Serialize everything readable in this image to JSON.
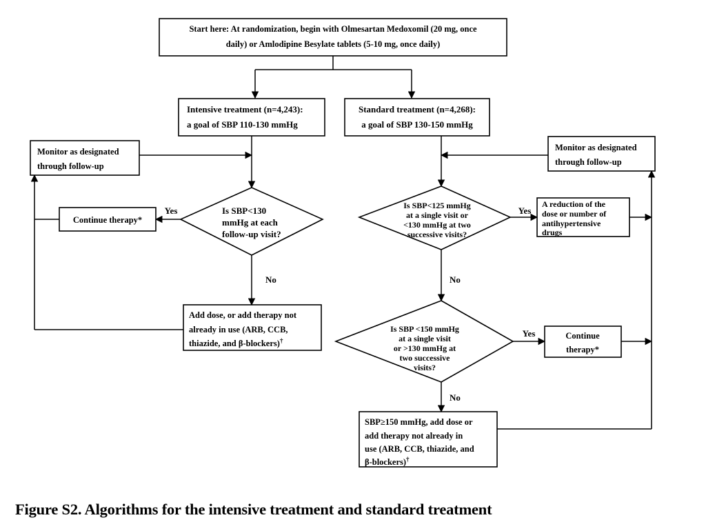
{
  "figure": {
    "caption": "Figure S2. Algorithms for the intensive treatment and standard treatment"
  },
  "nodes": {
    "start": {
      "id": "start",
      "shape": "rect",
      "lines": [
        "Start here: At randomization, begin with Olmesartan Medoxomil (20 mg, once",
        "daily) or Amlodipine Besylate tablets (5-10 mg, once daily)"
      ]
    },
    "intensive_arm": {
      "id": "intensive-treatment",
      "shape": "rect",
      "lines": [
        "Intensive treatment (n=4,243):",
        "a goal of SBP 110-130 mmHg"
      ]
    },
    "standard_arm": {
      "id": "standard-treatment",
      "shape": "rect",
      "lines": [
        "Standard treatment (n=4,268):",
        "a goal of SBP 130-150 mmHg"
      ]
    },
    "monitor_left": {
      "id": "monitor-left",
      "shape": "rect",
      "lines": [
        "Monitor as designated",
        "through follow-up"
      ]
    },
    "monitor_right": {
      "id": "monitor-right",
      "shape": "rect",
      "lines": [
        "Monitor as designated",
        "through follow-up"
      ]
    },
    "decision_left": {
      "id": "decision-sbp-130",
      "shape": "diamond",
      "lines": [
        "Is SBP<130",
        "mmHg at each",
        "follow-up visit?"
      ]
    },
    "decision_right_top": {
      "id": "decision-sbp-125",
      "shape": "diamond",
      "lines": [
        "Is SBP<125 mmHg",
        "at a single visit or",
        "<130 mmHg at two",
        "successive visits?"
      ]
    },
    "decision_right_bottom": {
      "id": "decision-sbp-150",
      "shape": "diamond",
      "lines": [
        "Is SBP <150 mmHg",
        "at a single visit",
        "or >130 mmHg at",
        "two successive",
        "visits?"
      ]
    },
    "continue_left": {
      "id": "continue-therapy-left",
      "shape": "rect",
      "lines": [
        "Continue therapy*"
      ]
    },
    "continue_right": {
      "id": "continue-therapy-right",
      "shape": "rect",
      "lines": [
        "Continue",
        "therapy*"
      ]
    },
    "reduction": {
      "id": "reduction-of-dose",
      "shape": "rect",
      "lines": [
        "A reduction of the",
        "dose or number of",
        "antihypertensive",
        "drugs"
      ]
    },
    "add_dose_left": {
      "id": "add-dose-left",
      "shape": "rect",
      "lines": [
        "Add dose, or add therapy not",
        "already  in  use  (ARB,  CCB,",
        "thiazide, and β-blockers)"
      ],
      "superscript": "†"
    },
    "add_dose_bottom": {
      "id": "add-dose-bottom",
      "shape": "rect",
      "lines": [
        "SBP≥150 mmHg, add dose or",
        "add  therapy  not  already  in",
        "use (ARB, CCB, thiazide, and",
        "β-blockers)"
      ],
      "superscript": "†"
    }
  },
  "edge_labels": {
    "left_yes": "Yes",
    "left_no": "No",
    "right_top_yes": "Yes",
    "right_top_no": "No",
    "right_bottom_yes": "Yes",
    "right_bottom_no": "No"
  },
  "colors": {
    "background": "#ffffff",
    "stroke": "#000000",
    "text": "#000000"
  }
}
